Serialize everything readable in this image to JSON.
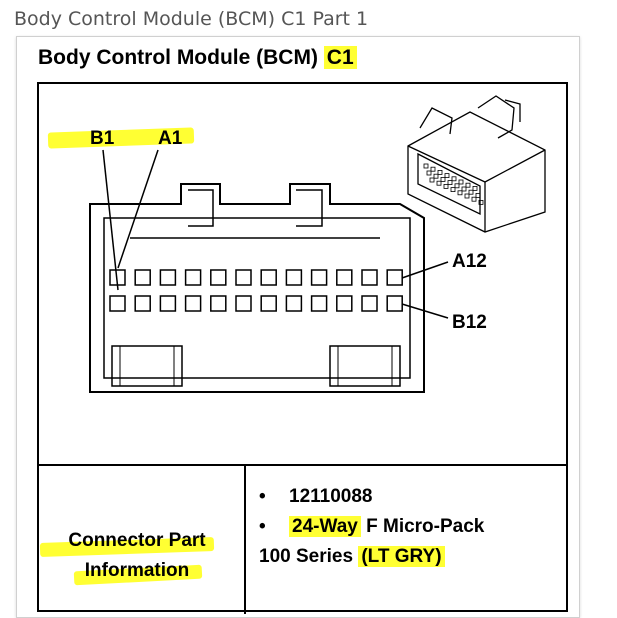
{
  "page_title": "Body Control Module (BCM) C1 Part 1",
  "box_title": {
    "prefix": "Body Control Module (BCM) ",
    "highlight": "C1"
  },
  "pin_labels": {
    "b1": "B1",
    "a1": "A1",
    "a12": "A12",
    "b12": "B12"
  },
  "connector": {
    "rows": 2,
    "pins_per_row": 12
  },
  "info_title": {
    "line1": "Connector Part",
    "line2": "Information"
  },
  "part_info": {
    "bullet": "•",
    "part_number": "12110088",
    "way_highlight": "24-Way",
    "way_rest": " F Micro-Pack",
    "series_prefix": "100 Series ",
    "color_highlight": "(LT GRY)"
  },
  "colors": {
    "highlight": "#ffff33",
    "line": "#000000"
  }
}
